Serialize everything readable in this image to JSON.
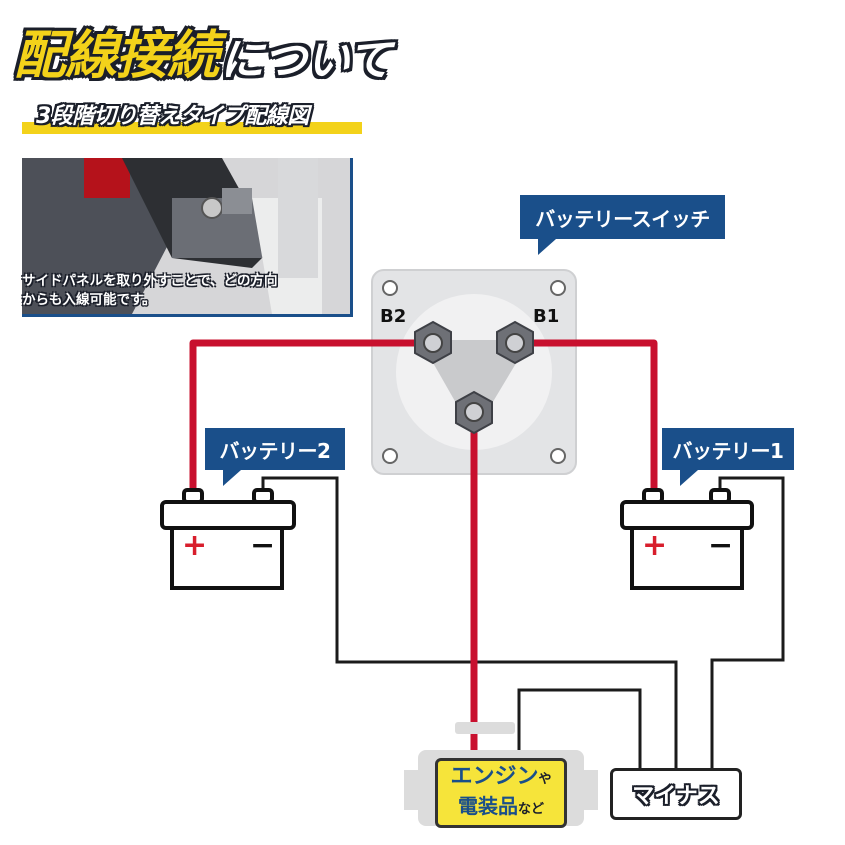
{
  "header": {
    "title_main": "配線接続",
    "title_sub": "について",
    "subtitle": "3段階切り替えタイプ配線図"
  },
  "photo": {
    "caption_line1": "サイドパネルを取り外すことで、どの方向",
    "caption_line2": "からも入線可能です。"
  },
  "diagram": {
    "switch_label": "バッテリースイッチ",
    "terminal_b2": "B2",
    "terminal_b1": "B1",
    "battery2_label": "バッテリー2",
    "battery1_label": "バッテリー1",
    "plus_symbol": "+",
    "minus_symbol": "−",
    "engine_label_1": "エンジンや",
    "engine_label_2": "電装品など",
    "engine_word": "エンジン",
    "engine_ya": "や",
    "engine_parts": "電装品",
    "engine_nado": "など",
    "minus_label": "マイナス"
  },
  "colors": {
    "accent_yellow": "#f3d21a",
    "navy": "#1a4f8a",
    "wire_red": "#c8102e",
    "wire_black": "#1b1b1b",
    "plus_red": "#d81e2c"
  }
}
